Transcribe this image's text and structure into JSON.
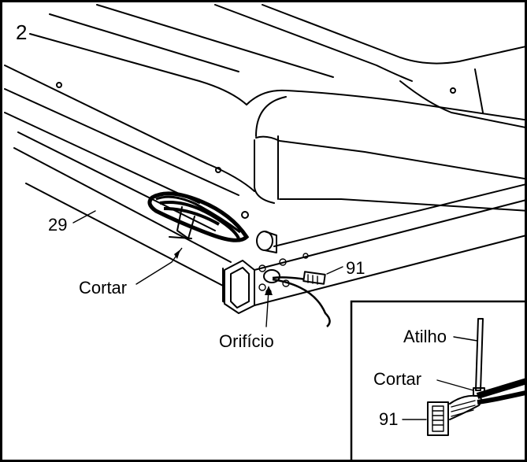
{
  "step_number": "2",
  "labels": {
    "part_29": "29",
    "cut_main": "Cortar",
    "hole": "Orifício",
    "part_91_main": "91",
    "tie": "Atilho",
    "cut_inset": "Cortar",
    "part_91_inset": "91"
  },
  "colors": {
    "line": "#000000",
    "background": "#ffffff"
  }
}
